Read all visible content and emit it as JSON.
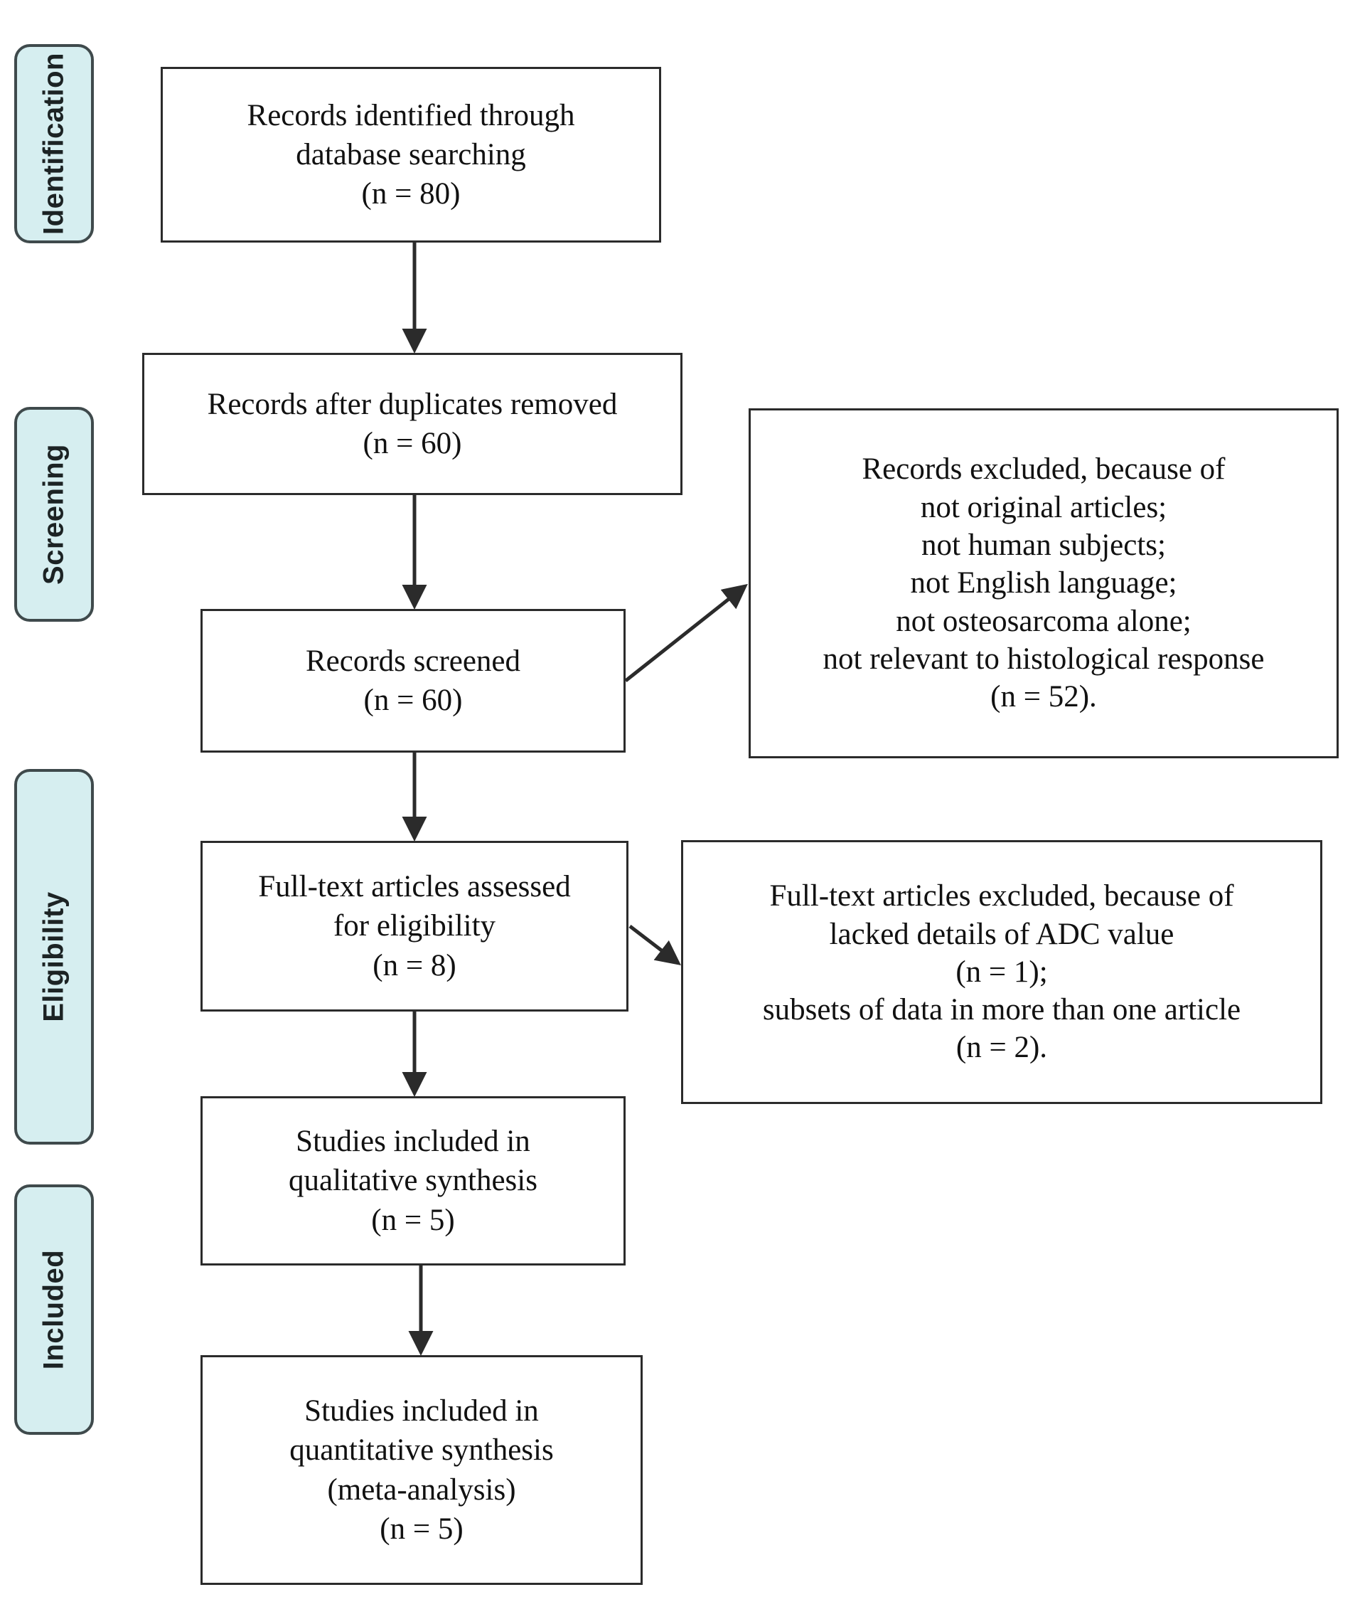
{
  "figure": {
    "type": "prisma-flow-diagram",
    "accent_color": "#d6eef0",
    "tab_border_color": "#3f4a4c",
    "box_border_color": "#2b2b2b",
    "background_color": "#ffffff"
  },
  "stages": [
    {
      "id": "identification",
      "label": "Identification"
    },
    {
      "id": "screening",
      "label": "Screening"
    },
    {
      "id": "eligibility",
      "label": "Eligibility"
    },
    {
      "id": "included",
      "label": "Included"
    }
  ],
  "boxes": [
    {
      "id": "records-identified",
      "text": "Records identified through\ndatabase searching\n(n = 80)",
      "count_label": "(n = 80)",
      "count": 80
    },
    {
      "id": "records-after-duplicates",
      "text": "Records after duplicates removed\n(n = 60)",
      "count_label": "(n = 60)",
      "count": 60
    },
    {
      "id": "records-screened",
      "text": "Records screened\n(n = 60)",
      "count_label": "(n = 60)",
      "count": 60
    },
    {
      "id": "records-excluded",
      "text": "Records excluded, because of\nnot original articles;\nnot human subjects;\nnot English language;\nnot osteosarcoma alone;\nnot relevant to histological response\n(n = 52).",
      "count_label": "(n = 52).",
      "count": 52
    },
    {
      "id": "fulltext-assessed",
      "text": "Full-text articles assessed\nfor eligibility\n(n = 8)",
      "count_label": "(n = 8)",
      "count": 8
    },
    {
      "id": "fulltext-excluded",
      "text": "Full-text articles excluded, because of\nlacked details of ADC value\n(n = 1);\nsubsets of data in more than one article\n(n = 2).",
      "count_label": "(n = 1); (n = 2).",
      "count": 3
    },
    {
      "id": "qualitative-synthesis",
      "text": "Studies included in\nqualitative synthesis\n(n = 5)",
      "count_label": "(n = 5)",
      "count": 5
    },
    {
      "id": "quantitative-synthesis",
      "text": "Studies included in\nquantitative synthesis\n(meta-analysis)\n(n = 5)",
      "count_label": "(n = 5)",
      "count": 5
    }
  ],
  "connectors": [
    {
      "id": "arrow-identified-to-duplicates",
      "from": "records-identified",
      "to": "records-after-duplicates",
      "direction": "down"
    },
    {
      "id": "arrow-duplicates-to-screened",
      "from": "records-after-duplicates",
      "to": "records-screened",
      "direction": "down"
    },
    {
      "id": "arrow-screened-to-excluded",
      "from": "records-screened",
      "to": "records-excluded",
      "direction": "up-right"
    },
    {
      "id": "arrow-screened-to-fulltext",
      "from": "records-screened",
      "to": "fulltext-assessed",
      "direction": "down"
    },
    {
      "id": "arrow-fulltext-to-excluded",
      "from": "fulltext-assessed",
      "to": "fulltext-excluded",
      "direction": "down-right"
    },
    {
      "id": "arrow-fulltext-to-qualitative",
      "from": "fulltext-assessed",
      "to": "qualitative-synthesis",
      "direction": "down"
    },
    {
      "id": "arrow-qualitative-to-quantitative",
      "from": "qualitative-synthesis",
      "to": "quantitative-synthesis",
      "direction": "down"
    }
  ]
}
